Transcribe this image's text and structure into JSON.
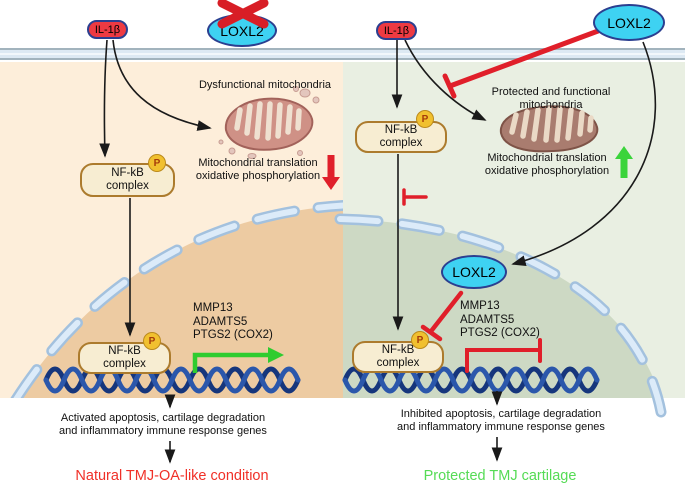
{
  "left": {
    "il1b": "IL-1β",
    "loxl2": "LOXL2",
    "mito_caption": "Dysfunctional mitochondria",
    "nfkb_line1": "NF-kB",
    "nfkb_line2": "complex",
    "phospho": "P",
    "mito_translation1": "Mitochondrial translation",
    "mito_translation2": "oxidative phosphorylation",
    "genes": [
      "MMP13",
      "ADAMTS5",
      "PTGS2 (COX2)"
    ],
    "outcome1": "Activated apoptosis, cartilage degradation",
    "outcome2": "and inflammatory immune response genes",
    "condition": "Natural TMJ-OA-like condition"
  },
  "right": {
    "il1b": "IL-1β",
    "loxl2": "LOXL2",
    "loxl2_nuclear": "LOXL2",
    "mito_caption1": "Protected and functional",
    "mito_caption2": "mitochondria",
    "nfkb_line1": "NF-kB",
    "nfkb_line2": "complex",
    "phospho": "P",
    "mito_translation1": "Mitochondrial translation",
    "mito_translation2": "oxidative phosphorylation",
    "genes": [
      "MMP13",
      "ADAMTS5",
      "PTGS2 (COX2)"
    ],
    "outcome1": "Inhibited apoptosis, cartilage degradation",
    "outcome2": "and inflammatory immune response genes",
    "condition": "Protected TMJ cartilage"
  },
  "colors": {
    "inhibit_red": "#e01f2a",
    "activate_green": "#2fcc2f",
    "il1b_fill": "#ee3a42",
    "loxl2_fill": "#3ed2f2",
    "condition_left_red": "#f03028",
    "condition_right_green": "#55db55"
  }
}
